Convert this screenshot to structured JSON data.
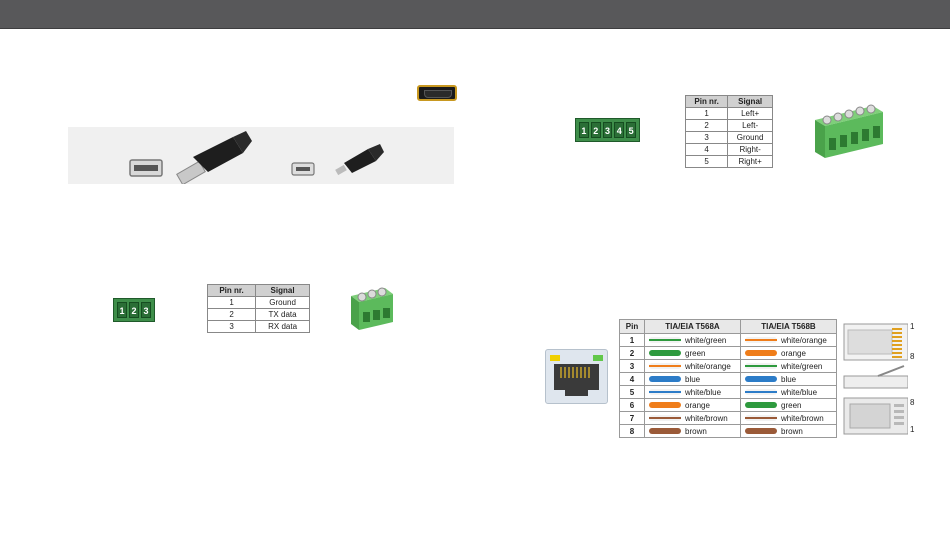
{
  "serial_table": {
    "headers": [
      "Pin nr.",
      "Signal"
    ],
    "rows": [
      [
        "1",
        "Ground"
      ],
      [
        "2",
        "TX data"
      ],
      [
        "3",
        "RX data"
      ]
    ]
  },
  "audio_table": {
    "headers": [
      "Pin nr.",
      "Signal"
    ],
    "rows": [
      [
        "1",
        "Left+"
      ],
      [
        "2",
        "Left-"
      ],
      [
        "3",
        "Ground"
      ],
      [
        "4",
        "Right-"
      ],
      [
        "5",
        "Right+"
      ]
    ]
  },
  "ethernet_table": {
    "headers": [
      "Pin",
      "TIA/EIA T568A",
      "TIA/EIA T568B"
    ],
    "rows": [
      {
        "pin": "1",
        "a": "white/green",
        "b": "white/orange"
      },
      {
        "pin": "2",
        "a": "green",
        "b": "orange"
      },
      {
        "pin": "3",
        "a": "white/orange",
        "b": "white/green"
      },
      {
        "pin": "4",
        "a": "blue",
        "b": "blue"
      },
      {
        "pin": "5",
        "a": "white/blue",
        "b": "white/blue"
      },
      {
        "pin": "6",
        "a": "orange",
        "b": "green"
      },
      {
        "pin": "7",
        "a": "white/brown",
        "b": "white/brown"
      },
      {
        "pin": "8",
        "a": "brown",
        "b": "brown"
      }
    ]
  },
  "serial_block_numbers": [
    "1",
    "2",
    "3"
  ],
  "audio_block_numbers": [
    "1",
    "2",
    "3",
    "4",
    "5"
  ],
  "rj45_plug_labels": {
    "top_first": "1",
    "top_last": "8",
    "side_first": "8",
    "side_last": "1"
  },
  "wire_colors": {
    "green": "#2e9a3e",
    "orange": "#ef7d1a",
    "blue": "#2c7cc8",
    "brown": "#9a5a38"
  },
  "icons": [
    "hdmi-connector-icon",
    "usb-a-port-icon",
    "usb-a-plug-icon",
    "usb-mini-port-icon",
    "usb-mini-plug-icon",
    "rj45-jack-icon",
    "rj45-plug-icon",
    "phoenix-3pole-plug-icon",
    "phoenix-5pole-plug-icon"
  ]
}
